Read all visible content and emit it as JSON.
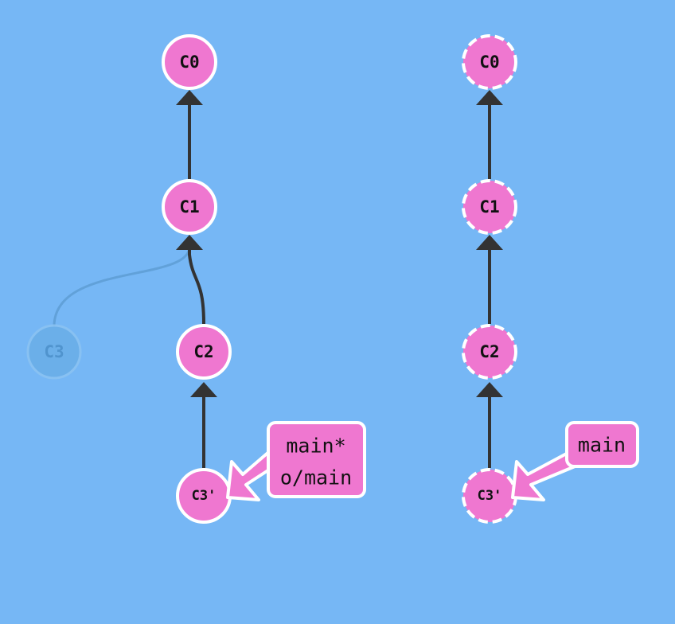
{
  "colors": {
    "background": "#76b7f5",
    "commit_fill": "#ef77d0",
    "commit_stroke": "#ffffff",
    "edge": "#333333",
    "ghost_fill": "#6aaee8",
    "ghost_text": "#4a8fc8",
    "ghost_edge": "#5f9fd6"
  },
  "local": {
    "commits": [
      {
        "id": "C0",
        "label": "C0"
      },
      {
        "id": "C1",
        "label": "C1"
      },
      {
        "id": "C2",
        "label": "C2"
      },
      {
        "id": "C3p",
        "label": "C3'"
      },
      {
        "id": "C3",
        "label": "C3",
        "ghost": true
      }
    ],
    "branch_tag": {
      "lines": [
        "main*",
        "o/main"
      ]
    }
  },
  "remote": {
    "commits": [
      {
        "id": "C0",
        "label": "C0"
      },
      {
        "id": "C1",
        "label": "C1"
      },
      {
        "id": "C2",
        "label": "C2"
      },
      {
        "id": "C3p",
        "label": "C3'"
      }
    ],
    "branch_tag": {
      "lines": [
        "main"
      ]
    }
  }
}
